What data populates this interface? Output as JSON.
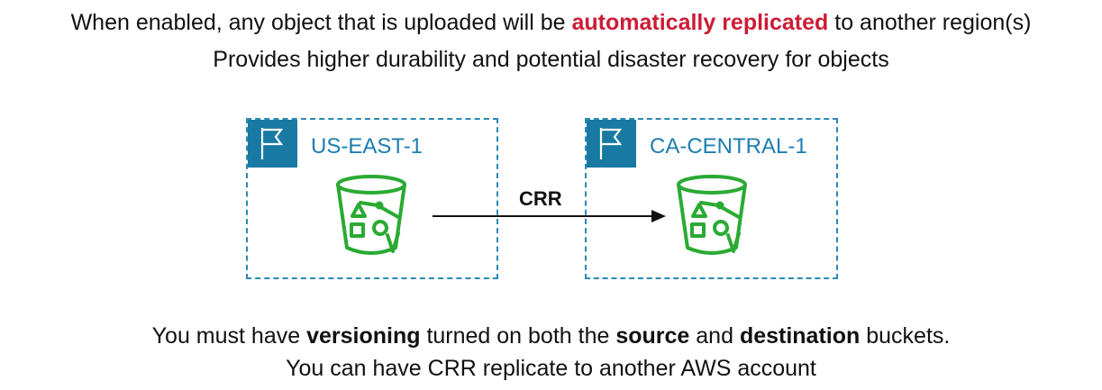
{
  "header": {
    "line1_prefix": "When enabled, any object that is uploaded will be ",
    "line1_emphasis": "automatically replicated",
    "line1_suffix": " to another region(s)",
    "line2": "Provides higher durability and potential disaster recovery for objects"
  },
  "diagram": {
    "source_region": "US-EAST-1",
    "destination_region": "CA-CENTRAL-1",
    "arrow_label": "CRR",
    "region_icon": "flag-icon",
    "bucket_icon": "s3-bucket-icon",
    "colors": {
      "region_border": "#2a89b3",
      "region_tile": "#187aa3",
      "region_text": "#1d7db0",
      "bucket": "#2aaa33",
      "emphasis": "#cc1c35"
    }
  },
  "footer": {
    "line3_part1": "You must have ",
    "line3_bold1": "versioning",
    "line3_part2": " turned on both the ",
    "line3_bold2": "source",
    "line3_part3": " and ",
    "line3_bold3": "destination",
    "line3_part4": " buckets.",
    "line4": "You can have CRR replicate to another AWS account"
  }
}
